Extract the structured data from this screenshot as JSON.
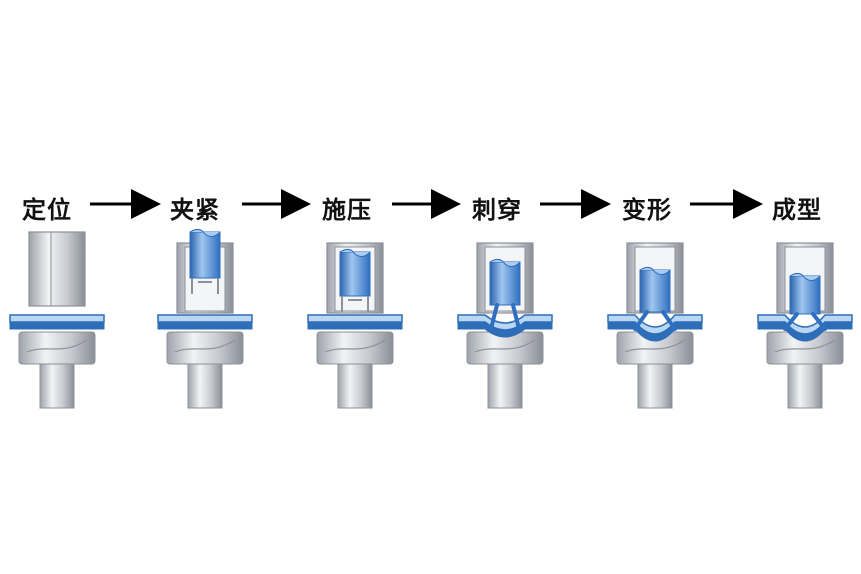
{
  "steps": [
    {
      "label": "定位",
      "phase": "position"
    },
    {
      "label": "夹紧",
      "phase": "clamp"
    },
    {
      "label": "施压",
      "phase": "press"
    },
    {
      "label": "刺穿",
      "phase": "pierce"
    },
    {
      "label": "变形",
      "phase": "deform"
    },
    {
      "label": "成型",
      "phase": "form"
    }
  ],
  "arrow_icon": "right-arrow-icon",
  "colors": {
    "metal": "#c9ccd2",
    "metal_light": "#eceef1",
    "metal_dark": "#8c9098",
    "rivet_blue": "#2f6fc0",
    "rivet_light": "#a9cdf0",
    "sheet_blue": "#2e6db7",
    "sheet_light": "#b9d7f2",
    "arrow": "#000000"
  }
}
